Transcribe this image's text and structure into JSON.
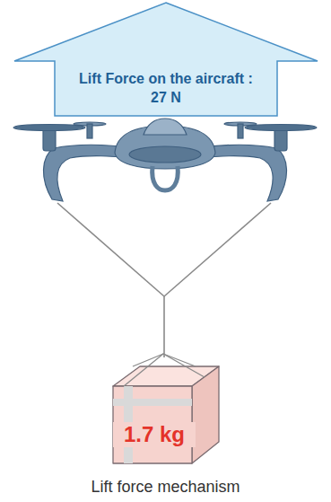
{
  "diagram": {
    "caption": "Lift force mechanism",
    "nodes": [
      {
        "text": [
          "Lift Force on the aircraft : 27 N"
        ]
      },
      {
        "text": [
          "1.7 kg"
        ]
      }
    ]
  }
}
